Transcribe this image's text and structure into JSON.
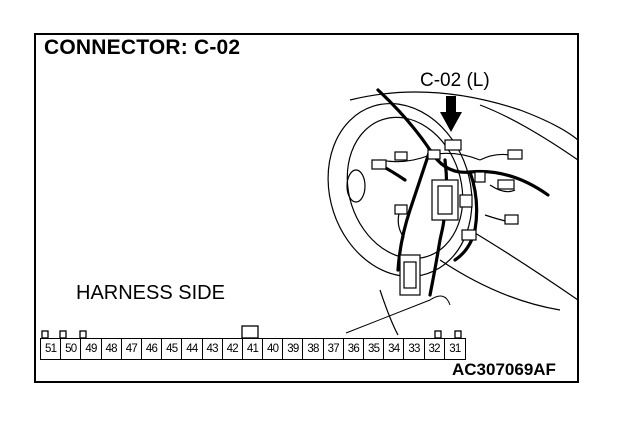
{
  "title": "CONNECTOR: C-02",
  "callout_label": "C-02 (L)",
  "harness_label": "HARNESS SIDE",
  "figure_code": "AC307069AF",
  "pins": [
    "51",
    "50",
    "49",
    "48",
    "47",
    "46",
    "45",
    "44",
    "43",
    "42",
    "41",
    "40",
    "39",
    "38",
    "37",
    "36",
    "35",
    "34",
    "33",
    "32",
    "31"
  ]
}
